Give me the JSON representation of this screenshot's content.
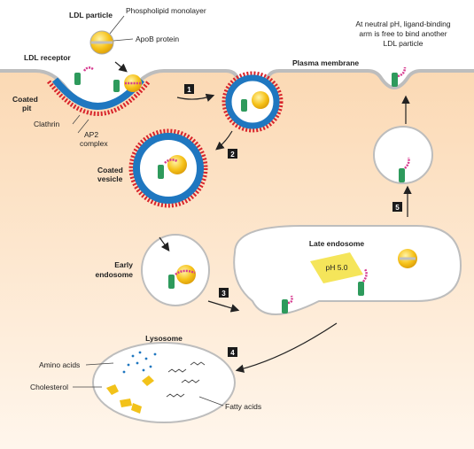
{
  "labels": {
    "ldl_particle": "LDL particle",
    "phospholipid": "Phospholipid monolayer",
    "apob": "ApoB protein",
    "ldl_receptor": "LDL receptor",
    "coated_pit_1": "Coated",
    "coated_pit_2": "pit",
    "clathrin": "Clathrin",
    "ap2_1": "AP2",
    "ap2_2": "complex",
    "coated_vesicle_1": "Coated",
    "coated_vesicle_2": "vesicle",
    "plasma_membrane": "Plasma membrane",
    "neutral_ph_1": "At neutral pH, ligand-binding",
    "neutral_ph_2": "arm is free to bind another",
    "neutral_ph_3": "LDL particle",
    "early_endosome_1": "Early",
    "early_endosome_2": "endosome",
    "late_endosome": "Late endosome",
    "ph": "pH 5.0",
    "lysosome": "Lysosome",
    "amino_acids": "Amino acids",
    "cholesterol": "Cholesterol",
    "fatty_acids": "Fatty acids"
  },
  "steps": [
    "1",
    "2",
    "3",
    "4",
    "5"
  ],
  "colors": {
    "cytoplasm": "#fbe3c8",
    "membrane": "#cfcfcf",
    "clathrin": "#d8242b",
    "ap2": "#1f77c0",
    "receptor": "#2e9a5c",
    "apob": "#d63a8f",
    "ldl": "#f2c21a",
    "step_box": "#1a1a1a"
  }
}
